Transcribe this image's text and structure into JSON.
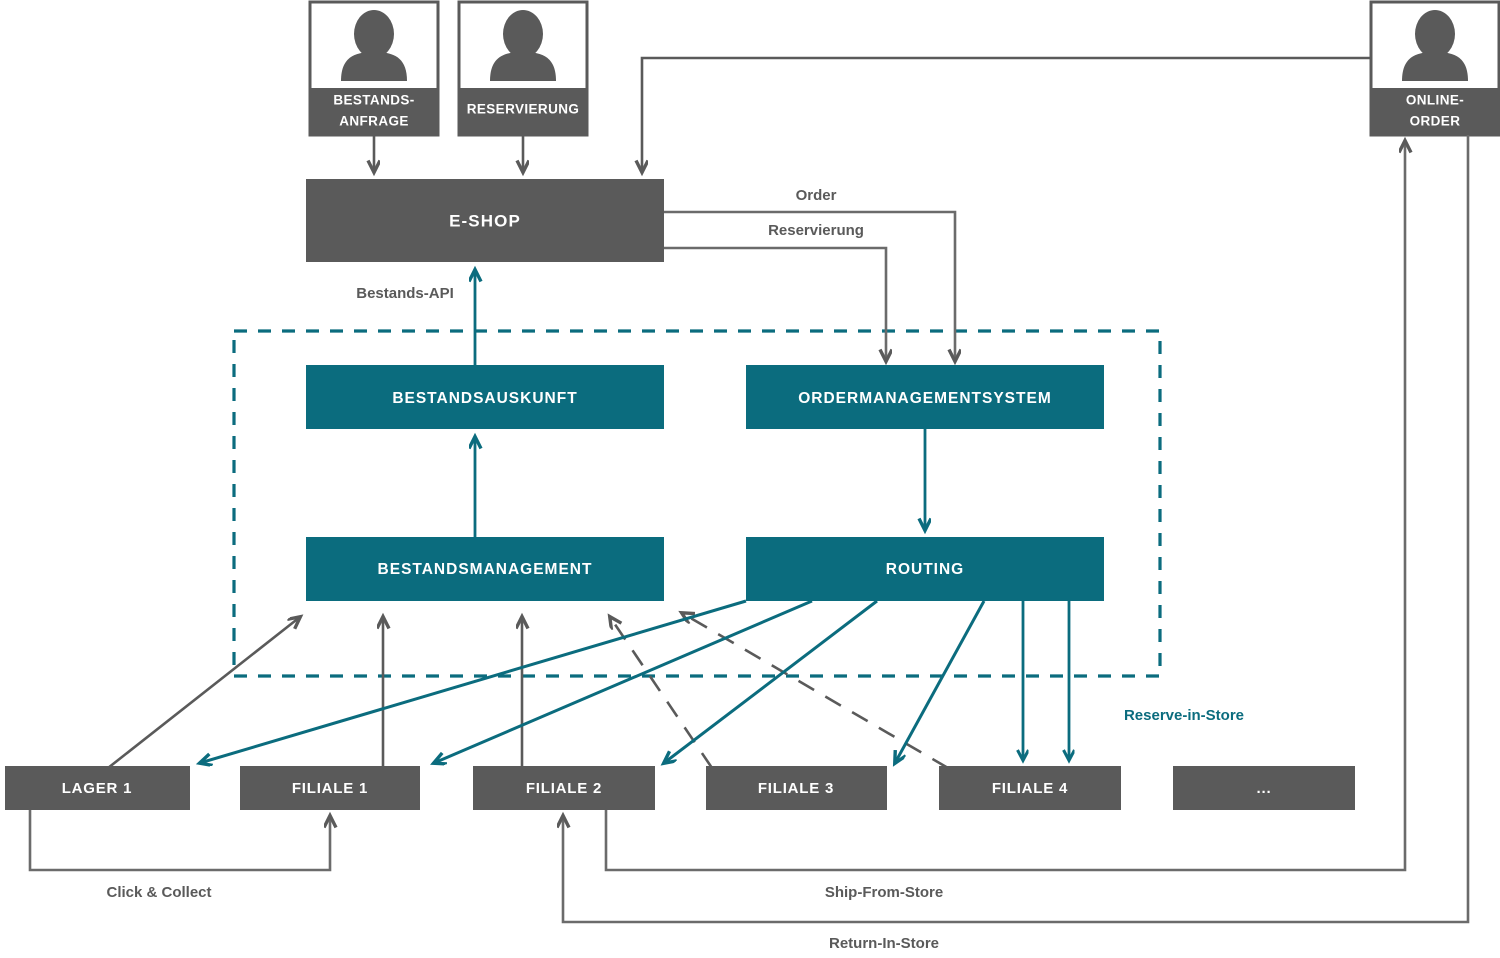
{
  "colors": {
    "gray": "#5a5a5a",
    "teal": "#0b6c7e",
    "line_gray": "#6b6b6b",
    "white": "#ffffff",
    "background": "#ffffff"
  },
  "actors": [
    {
      "id": "bestandsanfrage",
      "label_line1": "BESTANDS-",
      "label_line2": "ANFRAGE",
      "icon": "person-icon"
    },
    {
      "id": "reservierung",
      "label_line1": "RESERVIERUNG",
      "label_line2": "",
      "icon": "person-icon"
    },
    {
      "id": "online-order",
      "label_line1": "ONLINE-",
      "label_line2": "ORDER",
      "icon": "person-icon"
    }
  ],
  "systems": {
    "eshop": "E-SHOP",
    "bestandsauskunft": "BESTANDSAUSKUNFT",
    "ordermanagementsystem": "ORDERMANAGEMENTSYSTEM",
    "bestandsmanagement": "BESTANDSMANAGEMENT",
    "routing": "ROUTING"
  },
  "locations": [
    {
      "id": "lager-1",
      "label": "LAGER 1"
    },
    {
      "id": "filiale-1",
      "label": "FILIALE 1"
    },
    {
      "id": "filiale-2",
      "label": "FILIALE 2"
    },
    {
      "id": "filiale-3",
      "label": "FILIALE 3"
    },
    {
      "id": "filiale-4",
      "label": "FILIALE 4"
    },
    {
      "id": "more",
      "label": "..."
    }
  ],
  "edge_labels": {
    "order": "Order",
    "reservierung": "Reservierung",
    "bestands_api": "Bestands-API",
    "reserve_in_store": "Reserve-in-Store",
    "click_and_collect": "Click & Collect",
    "ship_from_store": "Ship-From-Store",
    "return_in_store": "Return-In-Store"
  }
}
